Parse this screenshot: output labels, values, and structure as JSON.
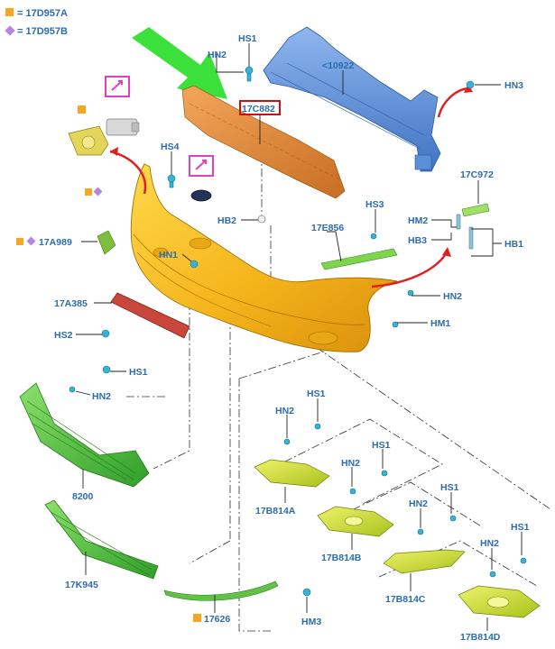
{
  "legend": [
    {
      "marker": "orange-square-icon",
      "text": "= 17D957A",
      "color": "#f5a623"
    },
    {
      "marker": "purple-diamond-icon",
      "text": "= 17D957B",
      "color": "#b784e0"
    }
  ],
  "labels": {
    "hs1_top": "HS1",
    "hn2_top": "HN2",
    "reinforcement": "<10922",
    "hn3": "HN3",
    "absorber": "17C882",
    "hs4": "HS4",
    "hb2": "HB2",
    "e856": "17E856",
    "hs3": "HS3",
    "c972": "17C972",
    "hm2": "HM2",
    "hb3": "HB3",
    "hb1": "HB1",
    "a989": "17A989",
    "hn1": "HN1",
    "hn2_right": "HN2",
    "hm1": "HM1",
    "a385": "17A385",
    "hs2": "HS2",
    "hs1_grille": "HS1",
    "hn2_grille": "HN2",
    "grille": "8200",
    "lower_grille": "17K945",
    "lip": "17626",
    "hm3": "HM3",
    "hn2_a": "HN2",
    "hs1_a": "HS1",
    "b814a": "17B814A",
    "hn2_b": "HN2",
    "hs1_b": "HS1",
    "b814b": "17B814B",
    "hn2_c": "HN2",
    "hs1_c": "HS1",
    "b814c": "17B814C",
    "hn2_d": "HN2",
    "hs1_d": "HS1",
    "b814d": "17B814D"
  },
  "colors": {
    "label_blue": "#2b6cb0",
    "bumper_yellow": "#f2b619",
    "reinforcement_blue": "#5b8fd6",
    "absorber_orange": "#e28a3a",
    "grille_green": "#4cc13a",
    "fog_yellow": "#c9dd2a",
    "arrow_green": "#3be03b",
    "arrow_red": "#e02020",
    "highlight_magenta": "#e040c0",
    "highlight_red": "#d01010"
  }
}
